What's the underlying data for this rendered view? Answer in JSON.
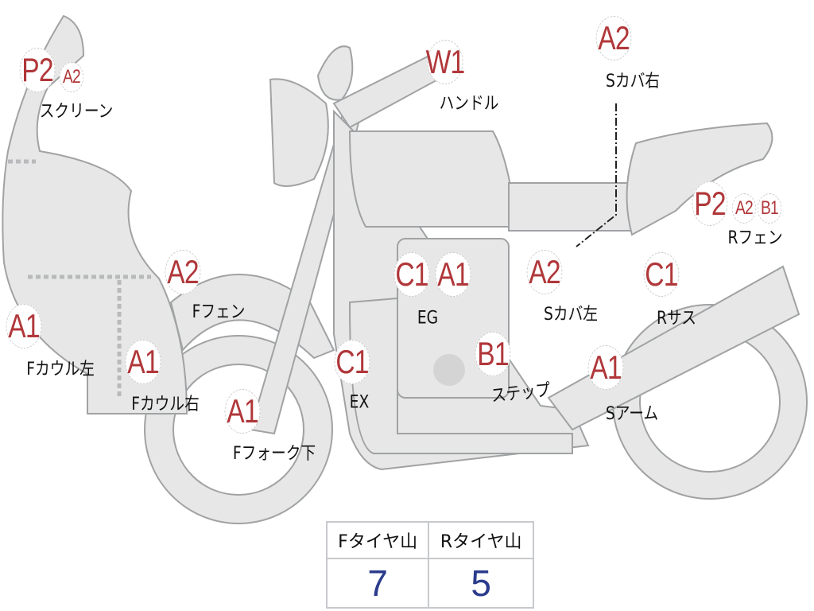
{
  "parts": [
    {
      "id": "screen",
      "label": "スクリーン",
      "grades": [
        "P2",
        "A2"
      ]
    },
    {
      "id": "handle",
      "label": "ハンドル",
      "grades": [
        "W1"
      ]
    },
    {
      "id": "side-cover-right",
      "label": "Sカバ右",
      "grades": [
        "A2"
      ]
    },
    {
      "id": "rear-fender",
      "label": "Rフェン",
      "grades": [
        "P2",
        "A2",
        "B1"
      ]
    },
    {
      "id": "front-fender",
      "label": "Fフェン",
      "grades": [
        "A2"
      ]
    },
    {
      "id": "engine",
      "label": "EG",
      "grades": [
        "C1",
        "A1"
      ]
    },
    {
      "id": "side-cover-left",
      "label": "Sカバ左",
      "grades": [
        "A2"
      ]
    },
    {
      "id": "rear-suspension",
      "label": "Rサス",
      "grades": [
        "C1"
      ]
    },
    {
      "id": "front-cowl-left",
      "label": "Fカウル左",
      "grades": [
        "A1"
      ]
    },
    {
      "id": "front-cowl-right",
      "label": "Fカウル右",
      "grades": [
        "A1"
      ]
    },
    {
      "id": "exhaust",
      "label": "EX",
      "grades": [
        "C1"
      ]
    },
    {
      "id": "step",
      "label": "ステップ",
      "grades": [
        "B1"
      ]
    },
    {
      "id": "swing-arm",
      "label": "Sアーム",
      "grades": [
        "A1"
      ]
    },
    {
      "id": "front-fork-lower",
      "label": "Fフォーク下",
      "grades": [
        "A1"
      ]
    }
  ],
  "tire_tread": {
    "front_label": "Fタイヤ山",
    "front_value": "7",
    "rear_label": "Rタイヤ山",
    "rear_value": "5"
  },
  "colors": {
    "grade": "#b0373a",
    "value": "#2b3b8c",
    "body": "#e6e7e6",
    "outline": "#a0a2a4"
  }
}
